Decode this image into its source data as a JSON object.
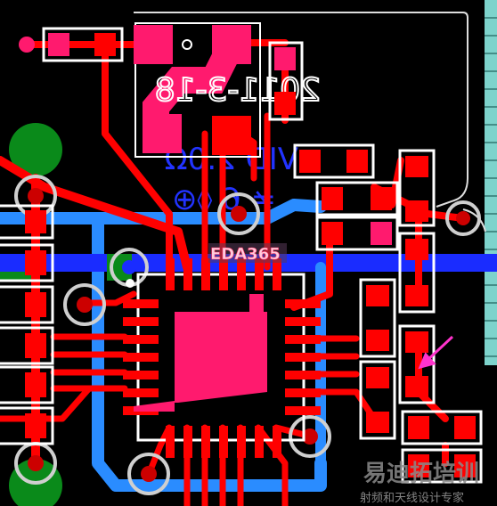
{
  "view": {
    "background": "#000000",
    "colors": {
      "top_copper": "#ff0000",
      "pad_top": "#ff1a6e",
      "bottom_copper": "#2a8cff",
      "bottom_trace_bright": "#1a2cff",
      "silkscreen": "#ffffff",
      "bottom_silk": "#2233ff",
      "green_pad": "#0a8a1a",
      "via_ring": "#cfcfcf",
      "marker": "#ff33cc",
      "edge_teal": "#7dd3cc"
    }
  },
  "texts": {
    "board_label": "EDA365",
    "mirrored_date": "2011-3-18",
    "mirrored_line2": "VID 2.0Ω",
    "watermark_main": "易迪拓培训",
    "watermark_sub": "射频和天线设计专家"
  },
  "icons": {
    "marker": "arrow-icon",
    "pin1": "pin1-dot-icon"
  }
}
